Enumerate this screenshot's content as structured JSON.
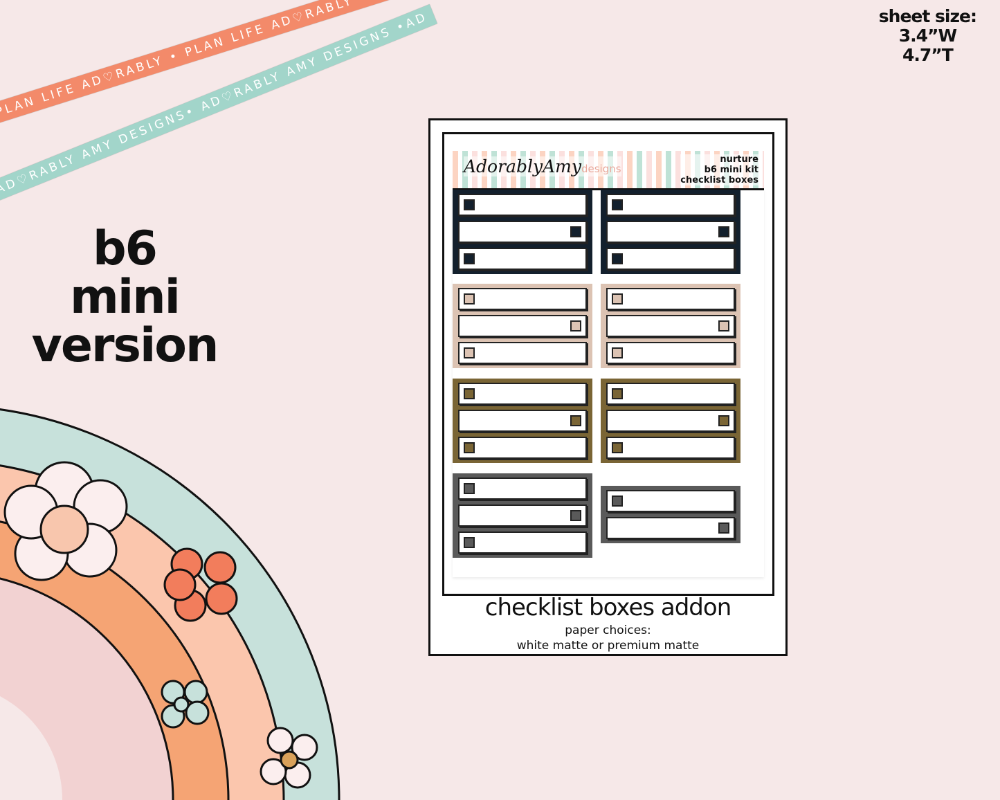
{
  "ribbons": {
    "orange": "PLAN LIFE AD♡RABLY • PLAN LIFE AD♡RABLY • PLAN",
    "teal": "AD♡RABLY AMY DESIGNS• AD♡RABLY AMY DESIGNS •AD"
  },
  "sheet_size": {
    "label": "sheet size:",
    "width": "3.4”W",
    "height": "4.7”T"
  },
  "version": {
    "line1": "b6",
    "line2": "mini",
    "line3": "version"
  },
  "sheet": {
    "logo_script": "AdorablyAmy",
    "logo_word": "designs",
    "header_lines": [
      "nurture",
      "b6 mini kit",
      "checklist boxes"
    ],
    "title": "checklist boxes addon",
    "paper_label": "paper choices:",
    "paper_options": "white matte or premium matte"
  },
  "colors": {
    "background": "#f6e8e8",
    "navy": "#13202d",
    "tan": "#dcc3b3",
    "olive": "#7a6535",
    "gray": "#5a5a5a"
  },
  "sticker_blocks": [
    {
      "color": "#13202d",
      "checks": [
        "l",
        "r",
        "l"
      ]
    },
    {
      "color": "#13202d",
      "checks": [
        "l",
        "r",
        "l"
      ]
    },
    {
      "color": "#dcc3b3",
      "checks": [
        "l",
        "r",
        "l"
      ]
    },
    {
      "color": "#dcc3b3",
      "checks": [
        "l",
        "r",
        "l"
      ]
    },
    {
      "color": "#7a6535",
      "checks": [
        "l",
        "r",
        "l"
      ]
    },
    {
      "color": "#7a6535",
      "checks": [
        "l",
        "r",
        "l"
      ]
    },
    {
      "color": "#5a5a5a",
      "checks": [
        "l",
        "r",
        "l"
      ]
    },
    {
      "color": "#5a5a5a",
      "checks": [
        "l",
        "r"
      ]
    }
  ]
}
